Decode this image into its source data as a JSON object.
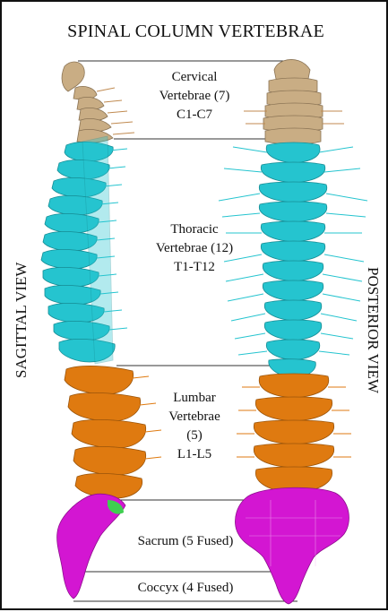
{
  "title": "SPINAL COLUMN VERTEBRAE",
  "side_labels": {
    "left": "SAGITTAL VIEW",
    "right": "POSTERIOR VIEW"
  },
  "regions": {
    "cervical": {
      "lines": [
        "Cervical",
        "Vertebrae (7)",
        "C1-C7"
      ],
      "color": "#c9ad84"
    },
    "thoracic": {
      "lines": [
        "Thoracic",
        "Vertebrae (12)",
        "T1-T12"
      ],
      "color": "#25c4cf"
    },
    "lumbar": {
      "lines": [
        "Lumbar",
        "Vertebrae",
        "(5)",
        "L1-L5"
      ],
      "color": "#df7a10"
    },
    "sacrum": {
      "lines": [
        "Sacrum (5 Fused)"
      ],
      "color": "#d316d2"
    },
    "coccyx": {
      "lines": [
        "Coccyx (4 Fused)"
      ],
      "color": "#d316d2"
    }
  }
}
